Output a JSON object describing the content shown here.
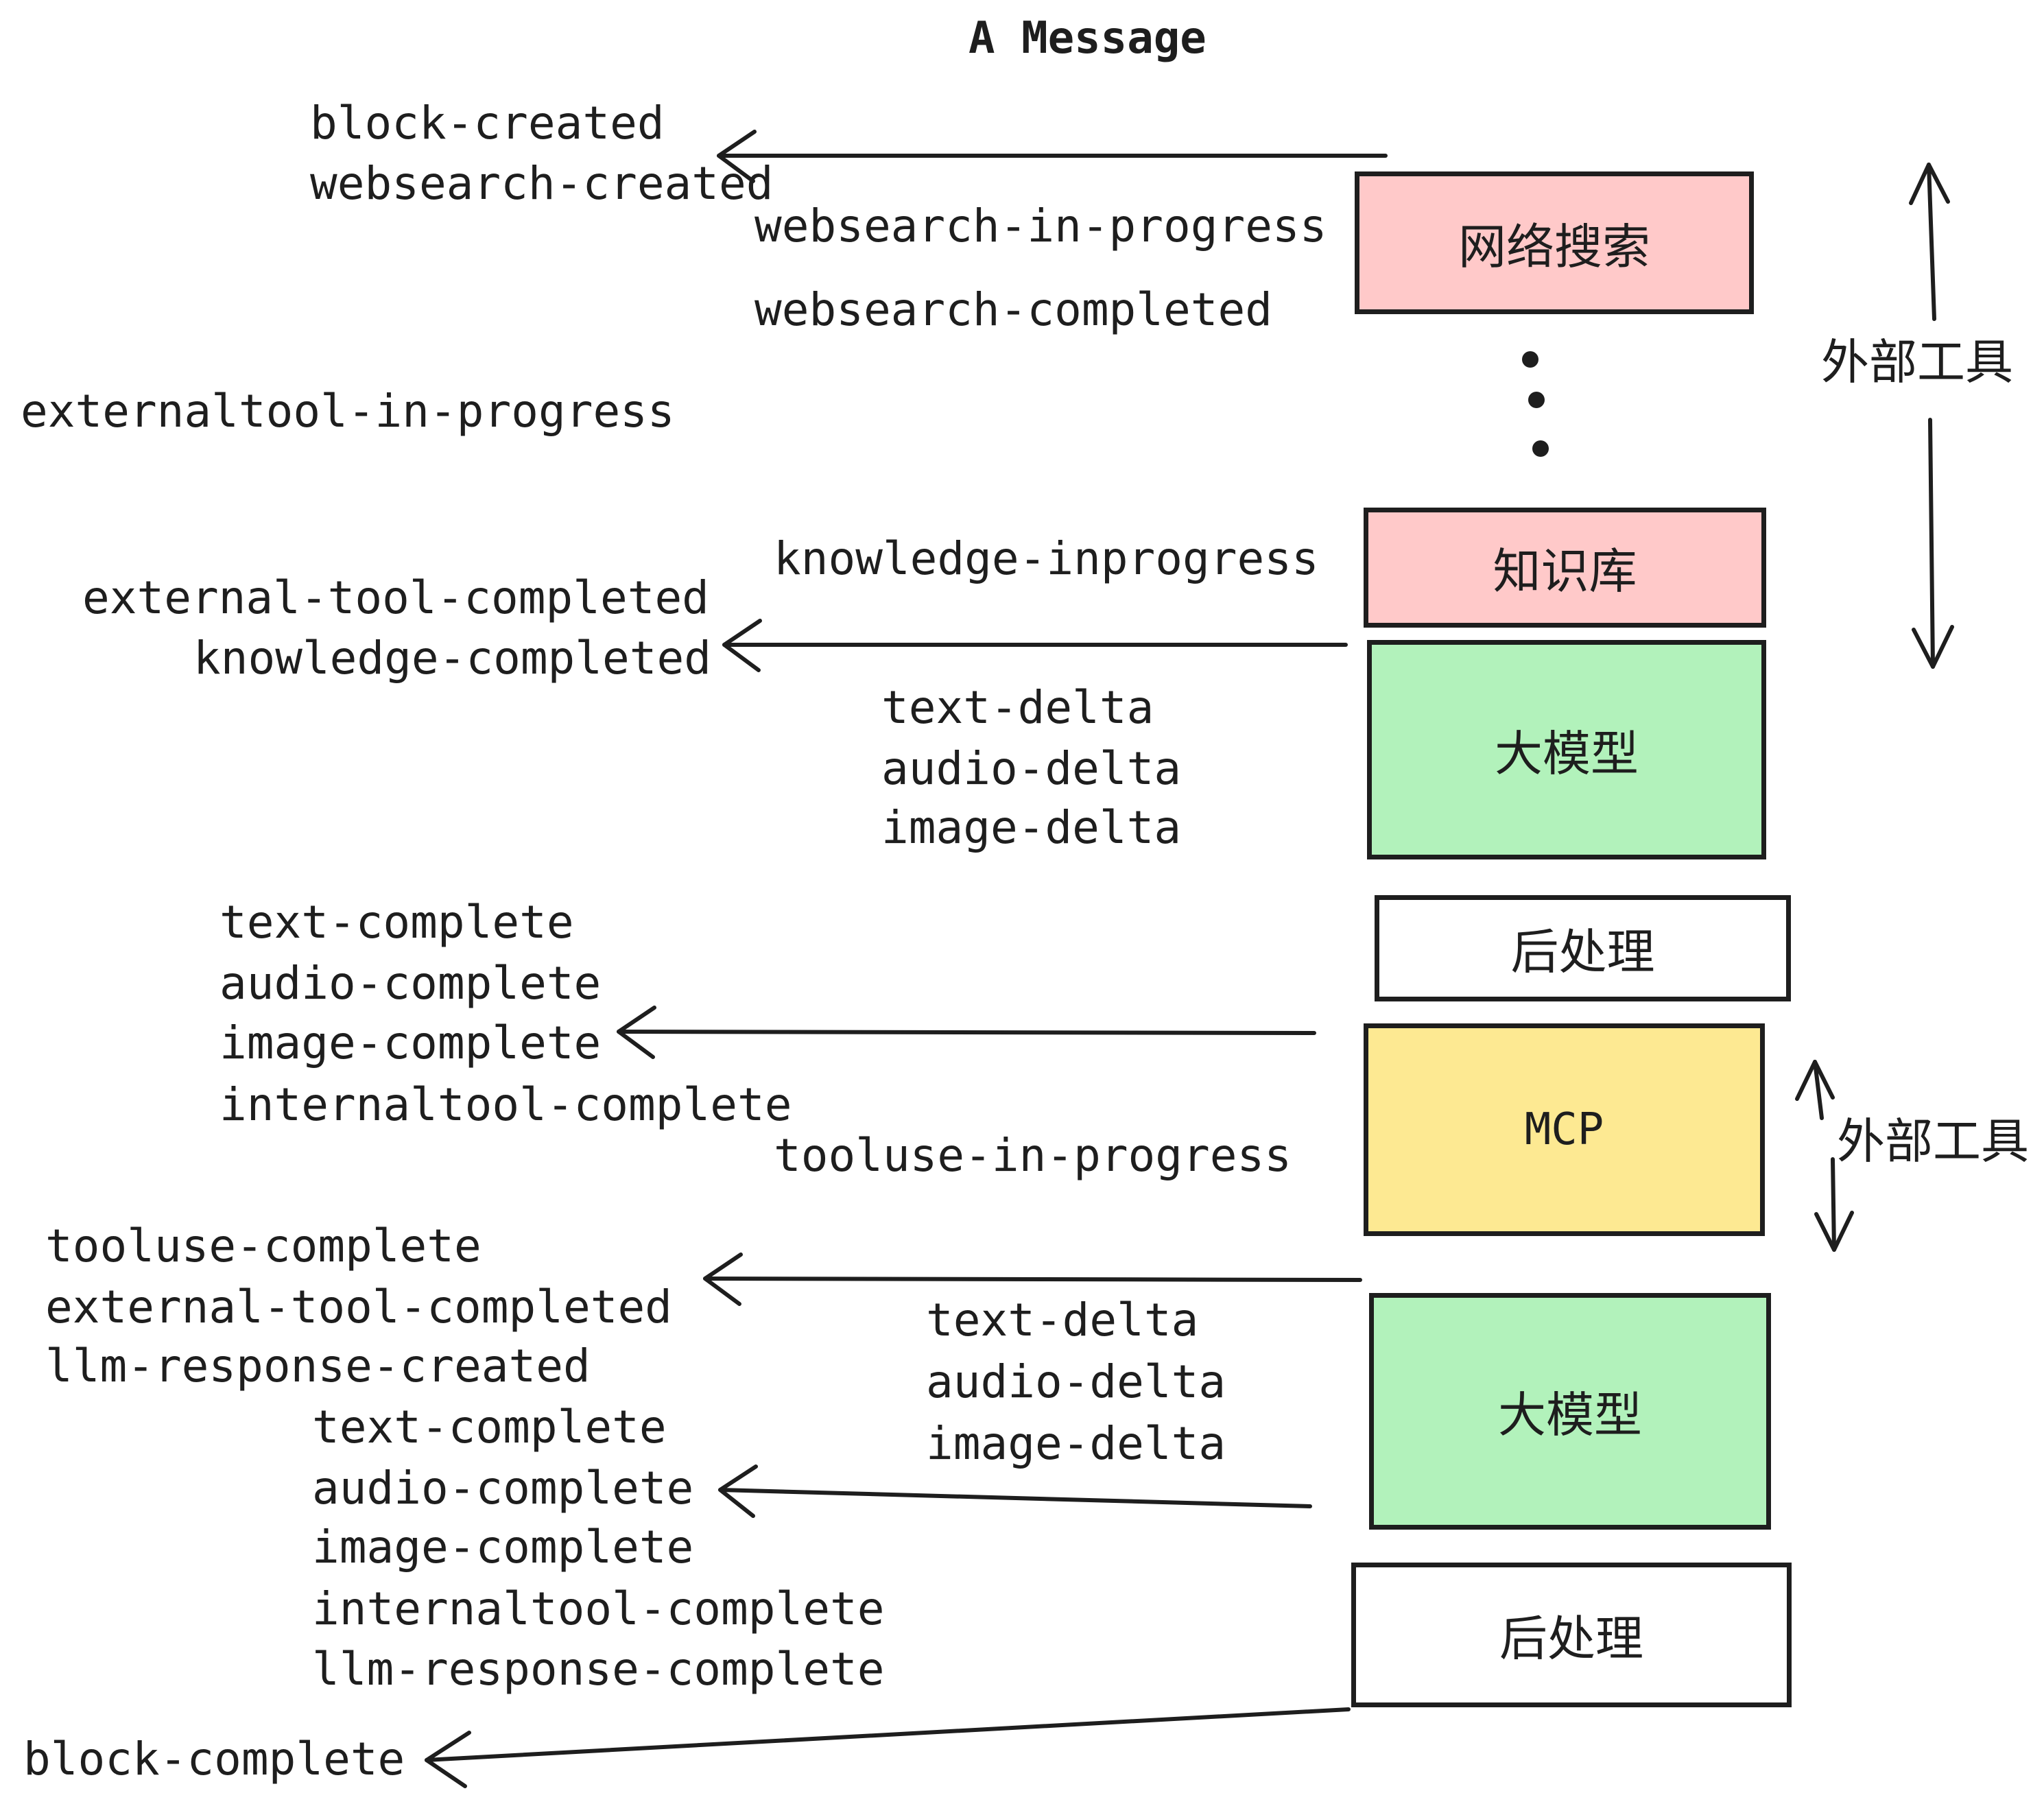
{
  "title": "A Message",
  "colors": {
    "ink": "#1e1e1e",
    "pink": "#ffc9c9",
    "green": "#b2f2bb",
    "yellow": "#fde992",
    "white": "#ffffff"
  },
  "boxes": {
    "websearch": "网络搜索",
    "knowledge": "知识库",
    "llm_top": "大模型",
    "post_top": "后处理",
    "mcp": "MCP",
    "llm_bottom": "大模型",
    "post_bottom": "后处理"
  },
  "side_labels": {
    "external_tools_top": "外部工具",
    "external_tools_mid": "外部工具"
  },
  "events": {
    "block_created": "block-created",
    "websearch_created": "websearch-created",
    "websearch_in_progress": "websearch-in-progress",
    "websearch_completed": "websearch-completed",
    "externaltool_in_progress": "externaltool-in-progress",
    "knowledge_inprogress": "knowledge-inprogress",
    "external_tool_completed": "external-tool-completed",
    "knowledge_completed": "knowledge-completed",
    "text_delta_1": "text-delta",
    "audio_delta_1": "audio-delta",
    "image_delta_1": "image-delta",
    "text_complete_1": "text-complete",
    "audio_complete_1": "audio-complete",
    "image_complete_1": "image-complete",
    "internaltool_complete_1": "internaltool-complete",
    "tooluse_in_progress": "tooluse-in-progress",
    "tooluse_complete": "tooluse-complete",
    "external_tool_completed_2": "external-tool-completed",
    "llm_response_created": "llm-response-created",
    "text_complete_2": "text-complete",
    "audio_complete_2": "audio-complete",
    "image_complete_2": "image-complete",
    "internaltool_complete_2": "internaltool-complete",
    "llm_response_complete": "llm-response-complete",
    "block_complete": "block-complete"
  }
}
